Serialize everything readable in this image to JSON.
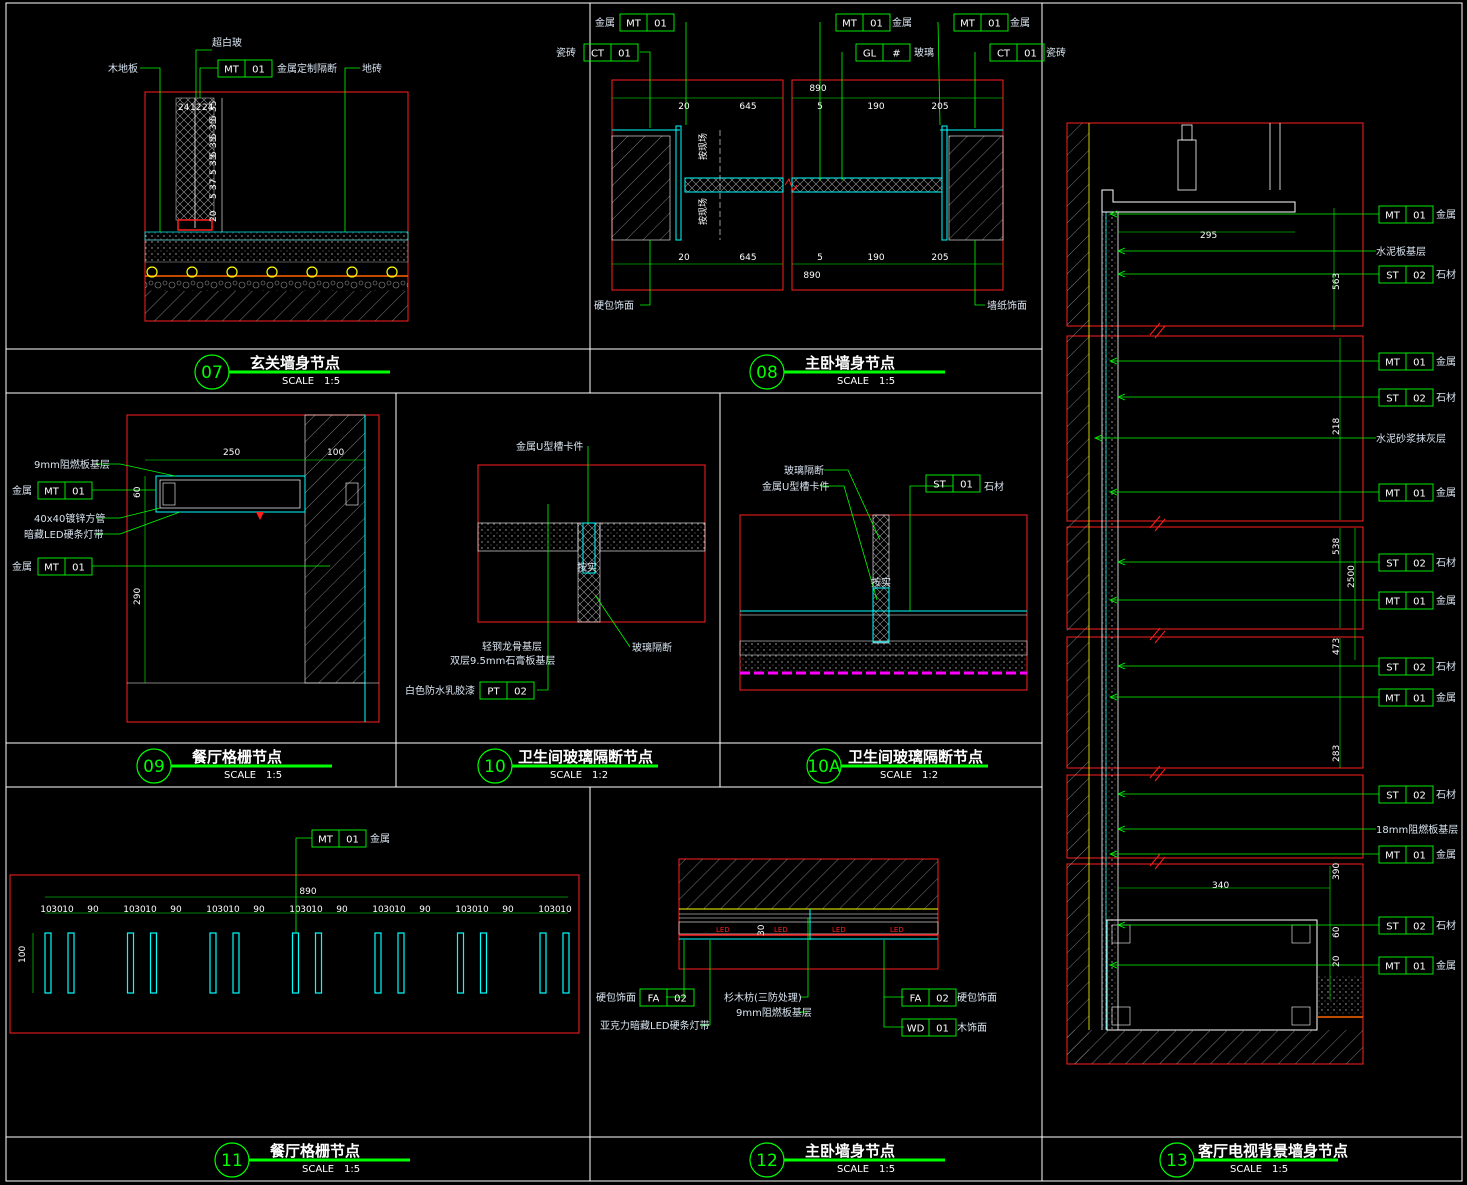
{
  "colors": {
    "frame": "#ffffff",
    "line": "#00ff00",
    "outline": "#ff2020",
    "cyan": "#00ffff",
    "yellow": "#ffff00",
    "magenta": "#ff00ff",
    "orange": "#ff6600"
  },
  "scale_prefix": "SCALE",
  "panels": {
    "p07": {
      "num": "07",
      "title": "玄关墙身节点",
      "scale": "1:5",
      "labels": {
        "a": "超白玻",
        "b": "木地板",
        "c": "金属定制隔断",
        "d": "地砖"
      },
      "tags": [
        {
          "code": "MT",
          "no": "01"
        }
      ],
      "dims": [
        "24",
        "12",
        "24",
        "35",
        "5",
        "35",
        "5",
        "35",
        "5",
        "35",
        "5",
        "37",
        "5",
        "20"
      ]
    },
    "p08": {
      "num": "08",
      "title": "主卧墙身节点",
      "scale": "1:5",
      "labels": {
        "metal": "金属",
        "tile": "瓷砖",
        "glass": "玻璃",
        "hard": "硬包饰面",
        "wall": "墙纸饰面",
        "vsize": "按现场"
      },
      "tags": [
        {
          "code": "MT",
          "no": "01"
        },
        {
          "code": "CT",
          "no": "01"
        },
        {
          "code": "MT",
          "no": "01"
        },
        {
          "code": "GL",
          "no": "#"
        },
        {
          "code": "MT",
          "no": "01"
        },
        {
          "code": "CT",
          "no": "01"
        }
      ],
      "dims": {
        "top": [
          "890",
          "20",
          "645",
          "5",
          "190",
          "205"
        ],
        "bot": [
          "20",
          "645",
          "5",
          "190",
          "205",
          "890"
        ]
      }
    },
    "p09": {
      "num": "09",
      "title": "餐厅格栅节点",
      "scale": "1:5",
      "labels": {
        "a": "9mm阻燃板基层",
        "m1": "金属",
        "b": "40x40镀锌方管",
        "c": "暗藏LED硬条灯带",
        "m2": "金属"
      },
      "tags": [
        {
          "code": "MT",
          "no": "01"
        },
        {
          "code": "MT",
          "no": "01"
        }
      ],
      "dims": [
        "250",
        "100",
        "60",
        "290"
      ]
    },
    "p10": {
      "num": "10",
      "title": "卫生间玻璃隔断节点",
      "scale": "1:2",
      "labels": {
        "a": "金属U型槽卡件",
        "b": "轻钢龙骨基层",
        "c": "双层9.5mm石膏板基层",
        "d": "白色防水乳胶漆",
        "e": "玻璃隔断",
        "f": "按实"
      },
      "tags": [
        {
          "code": "PT",
          "no": "02"
        }
      ]
    },
    "p10a": {
      "num": "10A",
      "title": "卫生间玻璃隔断节点",
      "scale": "1:2",
      "labels": {
        "a": "玻璃隔断",
        "b": "金属U型槽卡件",
        "c": "石材",
        "d": "按实"
      },
      "tags": [
        {
          "code": "ST",
          "no": "01"
        }
      ]
    },
    "p11": {
      "num": "11",
      "title": "餐厅格栅节点",
      "scale": "1:5",
      "labels": {
        "a": "金属"
      },
      "tags": [
        {
          "code": "MT",
          "no": "01"
        }
      ],
      "dims": {
        "total": "890",
        "height": "100",
        "groups": [
          [
            "10",
            "30",
            "10"
          ],
          [
            "90"
          ],
          [
            "10",
            "30",
            "10"
          ],
          [
            "90"
          ],
          [
            "10",
            "30",
            "10"
          ],
          [
            "90"
          ],
          [
            "10",
            "30",
            "10"
          ],
          [
            "90"
          ],
          [
            "10",
            "30",
            "10"
          ],
          [
            "90"
          ],
          [
            "10",
            "30",
            "10"
          ],
          [
            "90"
          ],
          [
            "10",
            "30",
            "10"
          ]
        ]
      }
    },
    "p12": {
      "num": "12",
      "title": "主卧墙身节点",
      "scale": "1:5",
      "labels": {
        "hard1": "硬包饰面",
        "acrylic": "亚克力暗藏LED硬条灯带",
        "fir": "杉木枋(三防处理)",
        "board": "9mm阻燃板基层",
        "hard2": "硬包饰面",
        "wood": "木饰面",
        "led": "LED",
        "dim": "30"
      },
      "tags": [
        {
          "code": "FA",
          "no": "02"
        },
        {
          "code": "FA",
          "no": "02"
        },
        {
          "code": "WD",
          "no": "01"
        }
      ]
    },
    "p13": {
      "num": "13",
      "title": "客厅电视背景墙身节点",
      "scale": "1:5",
      "rows": [
        {
          "code": "MT",
          "no": "01",
          "text": "金属"
        },
        {
          "code": "",
          "no": "",
          "text": "水泥板基层"
        },
        {
          "code": "ST",
          "no": "02",
          "text": "石材"
        },
        {
          "code": "MT",
          "no": "01",
          "text": "金属"
        },
        {
          "code": "ST",
          "no": "02",
          "text": "石材"
        },
        {
          "code": "",
          "no": "",
          "text": "水泥砂浆抹灰层"
        },
        {
          "code": "MT",
          "no": "01",
          "text": "金属"
        },
        {
          "code": "ST",
          "no": "02",
          "text": "石材"
        },
        {
          "code": "MT",
          "no": "01",
          "text": "金属"
        },
        {
          "code": "ST",
          "no": "02",
          "text": "石材"
        },
        {
          "code": "MT",
          "no": "01",
          "text": "金属"
        },
        {
          "code": "ST",
          "no": "02",
          "text": "石材"
        },
        {
          "code": "",
          "no": "",
          "text": "18mm阻燃板基层"
        },
        {
          "code": "MT",
          "no": "01",
          "text": "金属"
        },
        {
          "code": "ST",
          "no": "02",
          "text": "石材"
        },
        {
          "code": "MT",
          "no": "01",
          "text": "金属"
        }
      ],
      "dims": [
        "295",
        "563",
        "218",
        "538",
        "2500",
        "473",
        "283",
        "340",
        "390",
        "60",
        "20"
      ]
    }
  }
}
